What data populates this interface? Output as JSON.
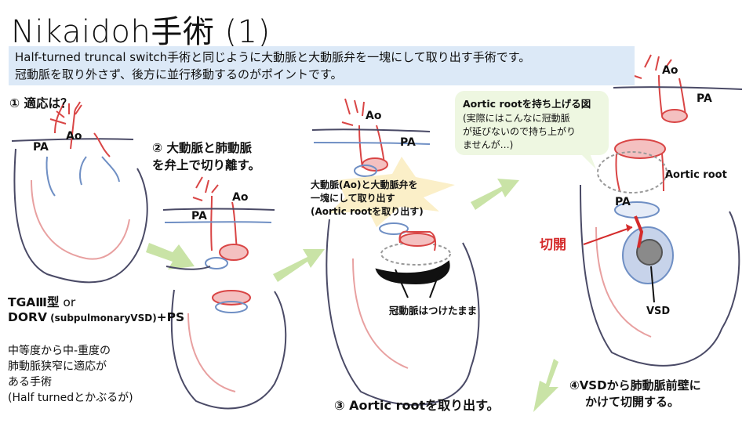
{
  "title": "Nikaidoh手術 (1)",
  "summary": {
    "line1": "Half-turned truncal switch手術と同じように大動脈と大動脈弁を一塊にして取り出す手術です。",
    "line2": "冠動脈を取り外さず、後方に並行移動するのがポイントです。"
  },
  "step1": {
    "heading": "① 適応は？",
    "ao": "Ao",
    "pa": "PA",
    "indication_line1": "TGAⅢ型",
    "indication_or": " or",
    "indication_line2_a": "DORV",
    "indication_line2_b": " (subpulmonaryVSD)",
    "indication_line2_c": "+PS",
    "note_line1": "中等度から中-重度の",
    "note_line2": "肺動脈狭窄に適応が",
    "note_line3": "ある手術",
    "note_line4": "(Half turnedとかぶるが)"
  },
  "step2": {
    "heading_line1": "② 大動脈と肺動脈",
    "heading_line2": "を弁上で切り離す。",
    "ao": "Ao",
    "pa": "PA"
  },
  "step3": {
    "ao": "Ao",
    "pa": "PA",
    "burst_line1": "大動脈(Ao)と大動脈弁を",
    "burst_line2": "一塊にして取り出す",
    "burst_line3": "(Aortic rootを取り出す)",
    "coronary_label": "冠動脈はつけたまま",
    "caption": "③ Aortic rootを取り出す。"
  },
  "callout": {
    "title": "Aortic rootを持ち上げる図",
    "line1": "(実際にはこんなに冠動脈",
    "line2": "が延びないので持ち上がり",
    "line3": "ませんが…)"
  },
  "step4": {
    "ao": "Ao",
    "pa_top": "PA",
    "aortic_root": "Aortic root",
    "pa": "PA",
    "incision": "切開",
    "vsd": "VSD",
    "caption_line1": "④VSDから肺動脈前壁に",
    "caption_line2": "かけて切開する。"
  },
  "colors": {
    "aorta": "#d94545",
    "pulmonary": "#6f8fc4",
    "heart_outline": "#4a4a66",
    "heart_inner": "#e8a0a0",
    "arrow": "#c9e3a6",
    "summary_bg": "#dce9f7",
    "callout_bg": "#eef7e1",
    "burst": "#fbefc8",
    "incision": "#d42b2b"
  }
}
